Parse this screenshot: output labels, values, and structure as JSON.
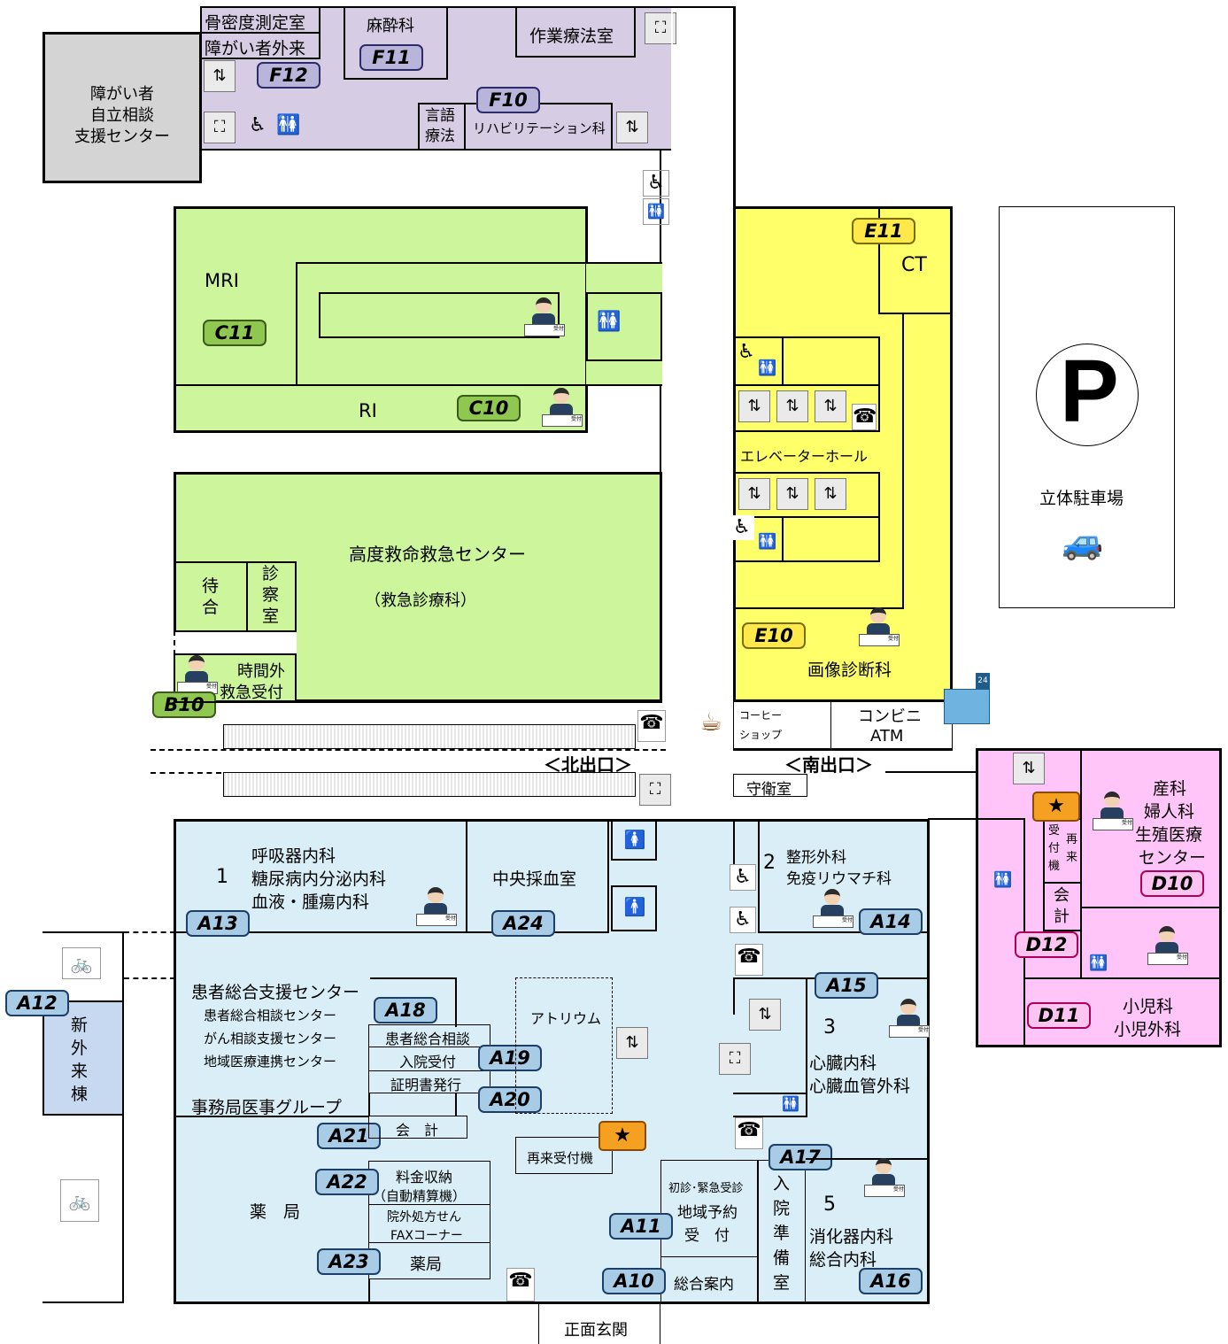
{
  "colors": {
    "purple_zone": "#d6cde4",
    "gray_zone": "#d4d4d4",
    "green_zone": "#ccf59c",
    "yellow_zone": "#ffff6a",
    "blue_zone": "#d9eef6",
    "pink_zone": "#ffc4f8",
    "shinkai_zone": "#c6d9f1",
    "star_button": "#f5a020"
  },
  "icons": {
    "elevator": "elevator-icon",
    "stairs": "stairs-icon",
    "restroom": "restroom-icon",
    "accessible": "wheelchair-icon",
    "phone": "phone-icon",
    "reception": "reception-desk-icon",
    "parking": "parking-icon",
    "car": "car-icon",
    "bicycle": "bicycle-icon",
    "coffee": "coffee-icon",
    "store": "convenience-store-icon"
  },
  "f_area": {
    "bone_density": "骨密度測定室",
    "disability_outpatient": "障がい者外来",
    "anesthesia": "麻酔科",
    "occupational_therapy": "作業療法室",
    "speech_therapy_1": "言語",
    "speech_therapy_2": "療法",
    "rehabilitation": "リハビリテーション科",
    "badge_f10": "F10",
    "badge_f11": "F11",
    "badge_f12": "F12"
  },
  "support_center": {
    "line1": "障がい者",
    "line2": "自立相談",
    "line3": "支援センター"
  },
  "c_area": {
    "mri": "MRI",
    "ri": "RI",
    "badge_c10": "C10",
    "badge_c11": "C11"
  },
  "b_area": {
    "title": "高度救命救急センター",
    "subtitle": "（救急診療科）",
    "waiting_1": "待",
    "waiting_2": "合",
    "exam_1": "診",
    "exam_2": "察",
    "exam_3": "室",
    "after_hours_1": "時間外",
    "after_hours_2": "救急受付",
    "badge_b10": "B10"
  },
  "e_area": {
    "ct": "CT",
    "elevator_hall": "エレベーターホール",
    "imaging": "画像診断科",
    "badge_e10": "E10",
    "badge_e11": "E11"
  },
  "parking": {
    "symbol": "P",
    "label": "立体駐車場"
  },
  "exits": {
    "coffee_1": "コーヒー",
    "coffee_2": "ショップ",
    "convenience_1": "コンビニ",
    "convenience_2": "ATM",
    "north_exit": "＜北出口＞",
    "south_exit": "＜南出口＞",
    "guard_room": "守衛室"
  },
  "d_area": {
    "obstetrics_1": "産科",
    "obstetrics_2": "婦人科",
    "obstetrics_3": "生殖医療",
    "obstetrics_4": "センター",
    "reception_machine_1": "受",
    "reception_machine_2": "付",
    "reception_machine_3": "機",
    "revisit_1": "再",
    "revisit_2": "来",
    "accounting_1": "会",
    "accounting_2": "計",
    "pediatrics": "小児科",
    "pediatric_surgery": "小児外科",
    "badge_d10": "D10",
    "badge_d11": "D11",
    "badge_d12": "D12"
  },
  "a_area": {
    "block1_num": "1",
    "respiratory": "呼吸器内科",
    "diabetes": "糖尿病内分泌内科",
    "hematology": "血液・腫瘍内科",
    "blood_collection": "中央採血室",
    "block2_num": "2",
    "orthopedics": "整形外科",
    "rheumatology": "免疫リウマチ科",
    "patient_support": "患者総合支援センター",
    "patient_consult_center": "患者総合相談センター",
    "cancer_support": "がん相談支援センター",
    "regional_liaison": "地域医療連携センター",
    "admin_group": "事務局医事グループ",
    "patient_consult": "患者総合相談",
    "admission": "入院受付",
    "certificate": "証明書発行",
    "atrium": "アトリウム",
    "accounting": "会　計",
    "revisit_machine": "再来受付機",
    "pharmacy_main": "薬　局",
    "fee_1": "料金収納",
    "fee_2": "（自動精算機）",
    "prescription_1": "院外処方せん",
    "prescription_2": "FAXコーナー",
    "pharmacy": "薬局",
    "first_visit": "初診･緊急受診",
    "regional_1": "地域予約",
    "regional_2": "受　付",
    "info": "総合案内",
    "prep_1": "入",
    "prep_2": "院",
    "prep_3": "準",
    "prep_4": "備",
    "prep_5": "室",
    "block3_num": "3",
    "cardiology": "心臓内科",
    "cardio_surgery": "心臓血管外科",
    "block5_num": "5",
    "gastro": "消化器内科",
    "general_internal": "総合内科",
    "entrance": "正面玄関",
    "badge_a10": "A10",
    "badge_a11": "A11",
    "badge_a12": "A12",
    "badge_a13": "A13",
    "badge_a14": "A14",
    "badge_a15": "A15",
    "badge_a16": "A16",
    "badge_a17": "A17",
    "badge_a18": "A18",
    "badge_a19": "A19",
    "badge_a20": "A20",
    "badge_a21": "A21",
    "badge_a22": "A22",
    "badge_a23": "A23",
    "badge_a24": "A24"
  },
  "shinkai": {
    "line1": "新",
    "line2": "外",
    "line3": "来",
    "line4": "棟"
  },
  "reception_label": "受付",
  "star_symbol": "★",
  "glyphs": {
    "elevator": "⇅",
    "stairs": "⛶",
    "restroom": "🚻",
    "accessible": "♿",
    "phone": "☎",
    "coffee": "☕",
    "bicycle": "🚲",
    "car": "🚙",
    "man": "🚹",
    "woman": "🚺"
  }
}
